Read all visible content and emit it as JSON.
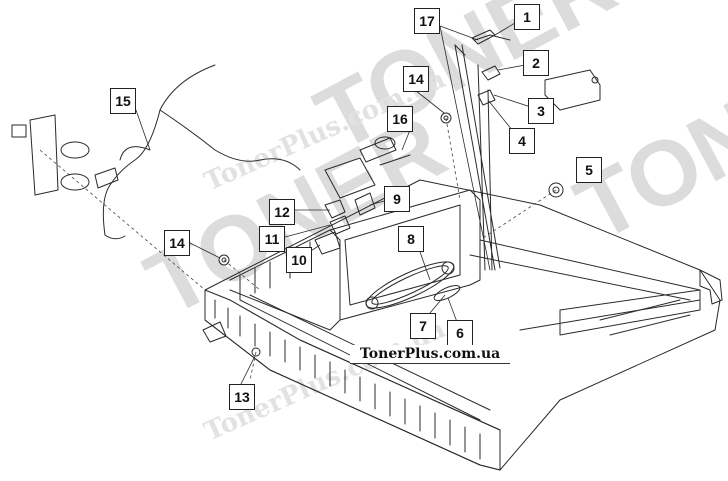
{
  "diagram": {
    "site_label": "TonerPlus.com.ua",
    "watermarks": {
      "big": "TONER",
      "url": "TonerPlus.com.ua"
    },
    "callouts": [
      "1",
      "2",
      "3",
      "4",
      "5",
      "6",
      "7",
      "8",
      "9",
      "10",
      "11",
      "12",
      "13",
      "14",
      "14",
      "15",
      "16",
      "17"
    ]
  },
  "colors": {
    "line": "#2a2a2a",
    "callout_border": "#222222",
    "watermark": "#dcdcdc"
  }
}
